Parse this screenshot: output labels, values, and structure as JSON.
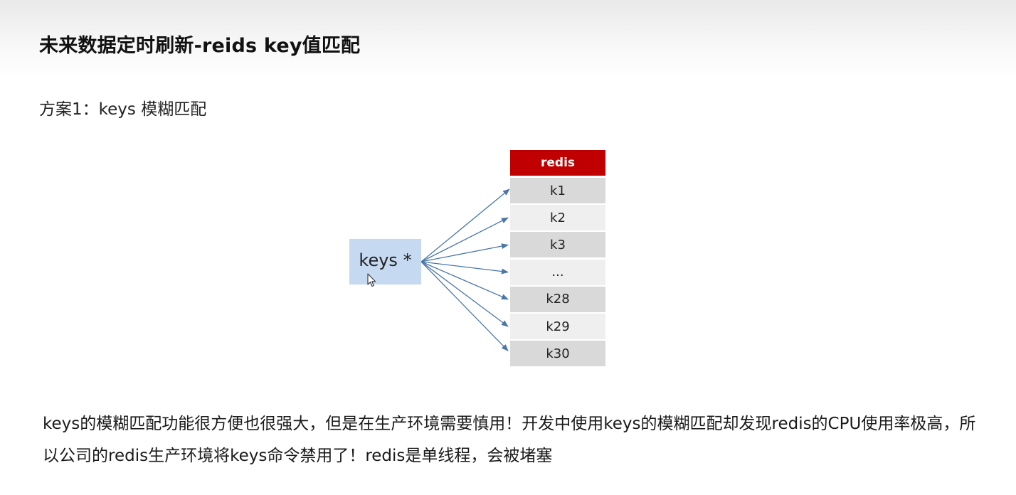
{
  "slide": {
    "title": "未来数据定时刷新-reids key值匹配",
    "subheading": "方案1：keys 模糊匹配",
    "description": "keys的模糊匹配功能很方便也很强大，但是在生产环境需要慎用！开发中使用keys的模糊匹配却发现redis的CPU使用率极高，所以公司的redis生产环境将keys命令禁用了！redis是单线程，会被堵塞"
  },
  "diagram": {
    "command_label": "keys *",
    "store_header": "redis",
    "keys": [
      "k1",
      "k2",
      "k3",
      "...",
      "k28",
      "k29",
      "k30"
    ],
    "colors": {
      "command_box": "#c5d9f1",
      "store_header": "#c00000",
      "key_cell_dark": "#d9d9d9",
      "key_cell_light": "#efefef",
      "arrow": "#4a76a8"
    }
  }
}
